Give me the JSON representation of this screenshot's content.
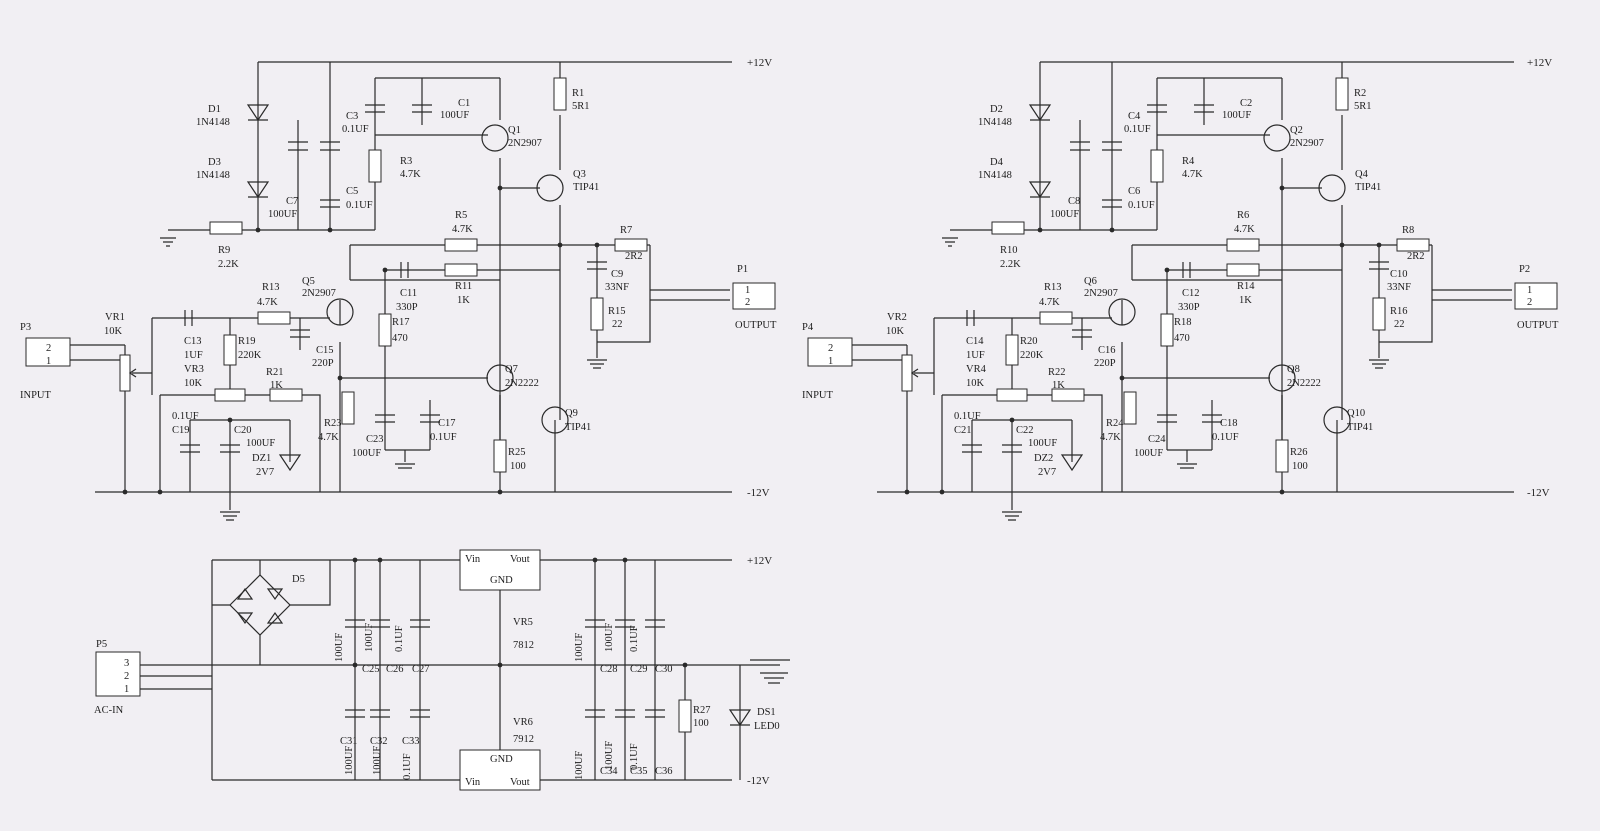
{
  "channel_left": {
    "rail_pos": "+12V",
    "rail_neg": "-12V",
    "D1": {
      "ref": "D1",
      "val": "1N4148"
    },
    "D3": {
      "ref": "D3",
      "val": "1N4148"
    },
    "C3": {
      "ref": "C3",
      "val": "0.1UF"
    },
    "C1": {
      "ref": "C1",
      "val": "100UF"
    },
    "R1": {
      "ref": "R1",
      "val": "5R1"
    },
    "Q1": {
      "ref": "Q1",
      "val": "2N2907"
    },
    "R3": {
      "ref": "R3",
      "val": "4.7K"
    },
    "Q3": {
      "ref": "Q3",
      "val": "TIP41"
    },
    "C7": {
      "ref": "C7",
      "val": "100UF"
    },
    "C5": {
      "ref": "C5",
      "val": "0.1UF"
    },
    "R9": {
      "ref": "R9",
      "val": "2.2K"
    },
    "R5": {
      "ref": "R5",
      "val": "4.7K"
    },
    "R7": {
      "ref": "R7",
      "val": "2R2"
    },
    "C9": {
      "ref": "C9",
      "val": "33NF"
    },
    "R15": {
      "ref": "R15",
      "val": "22"
    },
    "P1": {
      "ref": "P1",
      "pin1": "1",
      "pin2": "2",
      "label": "OUTPUT"
    },
    "C11": {
      "ref": "C11",
      "val": "330P"
    },
    "R11": {
      "ref": "R11",
      "val": "1K"
    },
    "R17": {
      "ref": "R17",
      "val": "470"
    },
    "Q5": {
      "ref": "Q5",
      "val": "2N2907"
    },
    "R13": {
      "ref": "R13",
      "val": "4.7K"
    },
    "VR1": {
      "ref": "VR1",
      "val": "10K"
    },
    "P3": {
      "ref": "P3",
      "pin1": "2",
      "pin2": "1",
      "label": "INPUT"
    },
    "C13": {
      "ref": "C13",
      "val": "1UF"
    },
    "R19": {
      "ref": "R19",
      "val": "220K"
    },
    "C15": {
      "ref": "C15",
      "val": "220P"
    },
    "VR3": {
      "ref": "VR3",
      "val": "10K"
    },
    "R21": {
      "ref": "R21",
      "val": "1K"
    },
    "Q7": {
      "ref": "Q7",
      "val": "2N2222"
    },
    "C19": {
      "ref": "C19",
      "val": "0.1UF"
    },
    "C20": {
      "ref": "C20",
      "val": "100UF"
    },
    "DZ1": {
      "ref": "DZ1",
      "val": "2V7"
    },
    "R23": {
      "ref": "R23",
      "val": "4.7K"
    },
    "C23": {
      "ref": "C23",
      "val": "100UF"
    },
    "C17": {
      "ref": "C17",
      "val": "0.1UF"
    },
    "Q9": {
      "ref": "Q9",
      "val": "TIP41"
    },
    "R25": {
      "ref": "R25",
      "val": "100"
    }
  },
  "channel_right": {
    "rail_pos": "+12V",
    "rail_neg": "-12V",
    "D1": {
      "ref": "D2",
      "val": "1N4148"
    },
    "D3": {
      "ref": "D4",
      "val": "1N4148"
    },
    "C3": {
      "ref": "C4",
      "val": "0.1UF"
    },
    "C1": {
      "ref": "C2",
      "val": "100UF"
    },
    "R1": {
      "ref": "R2",
      "val": "5R1"
    },
    "Q1": {
      "ref": "Q2",
      "val": "2N2907"
    },
    "R3": {
      "ref": "R4",
      "val": "4.7K"
    },
    "Q3": {
      "ref": "Q4",
      "val": "TIP41"
    },
    "C7": {
      "ref": "C8",
      "val": "100UF"
    },
    "C5": {
      "ref": "C6",
      "val": "0.1UF"
    },
    "R9": {
      "ref": "R10",
      "val": "2.2K"
    },
    "R5": {
      "ref": "R6",
      "val": "4.7K"
    },
    "R7": {
      "ref": "R8",
      "val": "2R2"
    },
    "C9": {
      "ref": "C10",
      "val": "33NF"
    },
    "R15": {
      "ref": "R16",
      "val": "22"
    },
    "P1": {
      "ref": "P2",
      "pin1": "1",
      "pin2": "2",
      "label": "OUTPUT"
    },
    "C11": {
      "ref": "C12",
      "val": "330P"
    },
    "R11": {
      "ref": "R14",
      "val": "1K"
    },
    "R17": {
      "ref": "R18",
      "val": "470"
    },
    "Q5": {
      "ref": "Q6",
      "val": "2N2907"
    },
    "R13": {
      "ref": "R13",
      "val": "4.7K"
    },
    "VR1": {
      "ref": "VR2",
      "val": "10K"
    },
    "P3": {
      "ref": "P4",
      "pin1": "2",
      "pin2": "1",
      "label": "INPUT"
    },
    "C13": {
      "ref": "C14",
      "val": "1UF"
    },
    "R19": {
      "ref": "R20",
      "val": "220K"
    },
    "C15": {
      "ref": "C16",
      "val": "220P"
    },
    "VR3": {
      "ref": "VR4",
      "val": "10K"
    },
    "R21": {
      "ref": "R22",
      "val": "1K"
    },
    "Q7": {
      "ref": "Q8",
      "val": "2N2222"
    },
    "C19": {
      "ref": "C21",
      "val": "0.1UF"
    },
    "C20": {
      "ref": "C22",
      "val": "100UF"
    },
    "DZ1": {
      "ref": "DZ2",
      "val": "2V7"
    },
    "R23": {
      "ref": "R24",
      "val": "4.7K"
    },
    "C23": {
      "ref": "C24",
      "val": "100UF"
    },
    "C17": {
      "ref": "C18",
      "val": "0.1UF"
    },
    "Q9": {
      "ref": "Q10",
      "val": "TIP41"
    },
    "R25": {
      "ref": "R26",
      "val": "100"
    }
  },
  "psu": {
    "rail_pos": "+12V",
    "rail_neg": "-12V",
    "D5": "D5",
    "P5": {
      "ref": "P5",
      "pin1": "3",
      "pin2": "2",
      "pin3": "1",
      "label": "AC-IN"
    },
    "VR5": {
      "ref": "VR5",
      "val": "7812",
      "vin": "Vin",
      "vout": "Vout",
      "gnd": "GND"
    },
    "VR6": {
      "ref": "VR6",
      "val": "7912",
      "vin": "Vin",
      "vout": "Vout",
      "gnd": "GND"
    },
    "caps_top": [
      "C25",
      "C26",
      "C27",
      "C28",
      "C29",
      "C30"
    ],
    "caps_bot": [
      "C31",
      "C32",
      "C33",
      "C34",
      "C35",
      "C36"
    ],
    "cap_vals": [
      "100UF",
      "100UF",
      "0.1UF",
      "100UF",
      "100UF",
      "0.1UF"
    ],
    "R27": {
      "ref": "R27",
      "val": "100"
    },
    "DS1": {
      "ref": "DS1",
      "val": "LED0"
    }
  }
}
